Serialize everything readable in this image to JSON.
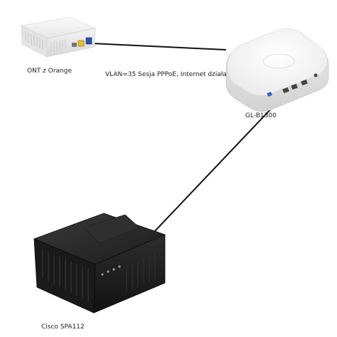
{
  "labels": {
    "ont": "ONT z Orange",
    "connection": "VLAN=35 Sesja PPPoE, Internet działa",
    "router": "GL-B1300",
    "ata": "Cisco SPA112"
  },
  "devices": {
    "ont": {
      "name": "ONT z Orange",
      "icon": "ont-device-icon"
    },
    "router": {
      "name": "GL-B1300",
      "icon": "router-device-icon"
    },
    "ata": {
      "name": "Cisco SPA112",
      "icon": "ata-device-icon"
    }
  },
  "colors": {
    "cable": "#111111",
    "ont_body": "#f1f1f1",
    "router_body": "#f6f6f6",
    "ata_body": "#2a2a2a",
    "port_yellow": "#e8c21a",
    "port_blue": "#2a4fb0"
  }
}
